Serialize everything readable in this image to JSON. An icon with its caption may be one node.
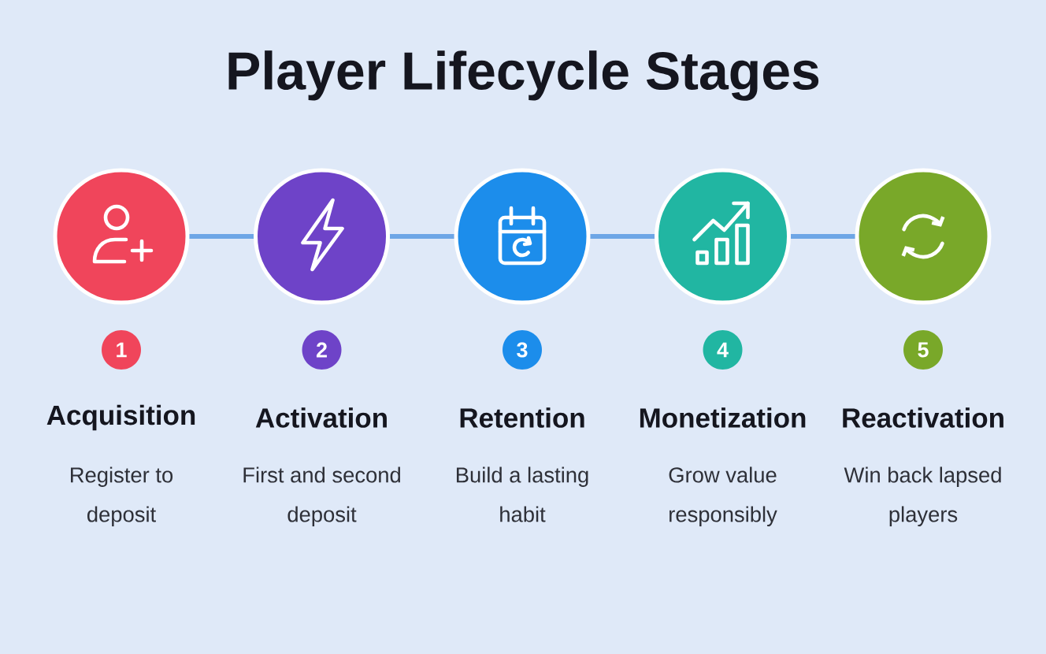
{
  "diagram": {
    "title": "Player Lifecycle Stages",
    "nodes": [
      {
        "text": [
          "Acquisition",
          "Register to deposit"
        ],
        "beside": [
          "1"
        ]
      },
      {
        "text": [
          "Activation",
          "First and second deposit"
        ],
        "beside": [
          "2"
        ]
      },
      {
        "text": [
          "Retention",
          "Build a lasting habit"
        ],
        "beside": [
          "3"
        ]
      },
      {
        "text": [
          "Monetization",
          "Grow value responsibly"
        ],
        "beside": [
          "4"
        ]
      },
      {
        "text": [
          "Reactivation",
          "Win back lapsed players"
        ],
        "beside": [
          "5"
        ]
      }
    ],
    "edges": [
      {
        "from": 0,
        "to": 1,
        "arrow": "none"
      },
      {
        "from": 1,
        "to": 2,
        "arrow": "none"
      },
      {
        "from": 2,
        "to": 3,
        "arrow": "none"
      },
      {
        "from": 3,
        "to": 4,
        "arrow": "none"
      }
    ]
  }
}
